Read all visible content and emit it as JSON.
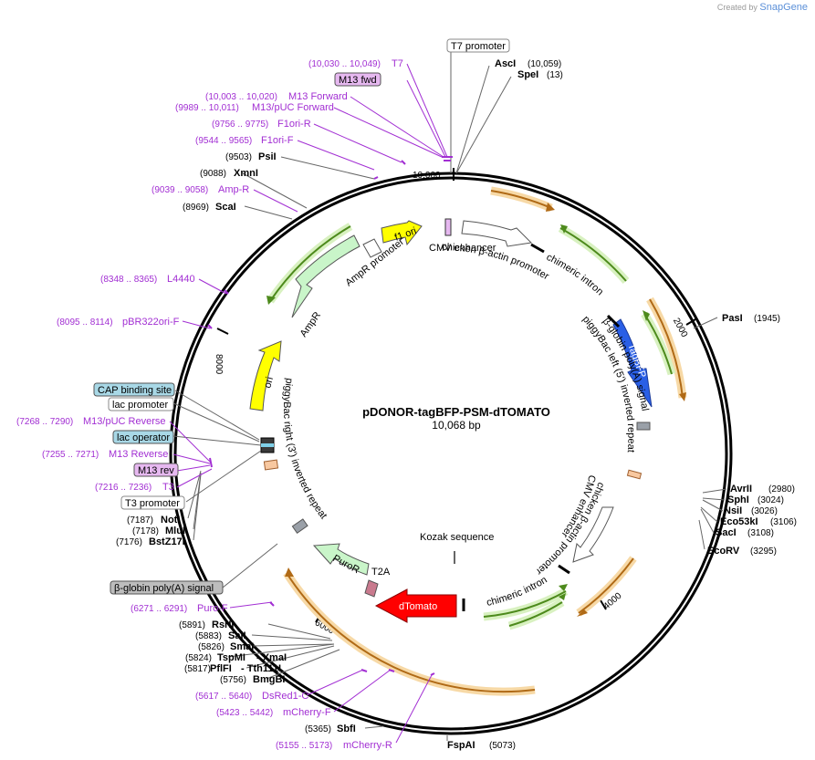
{
  "brand": {
    "prefix": "Created by",
    "name": "SnapGene"
  },
  "plasmid": {
    "name": "pDONOR-tagBFP-PSM-dTOMATO",
    "size": "10,068 bp"
  },
  "ticks": [
    "10,000",
    "2000",
    "4000",
    "6000",
    "8000"
  ],
  "sites": [
    {
      "name": "AscI",
      "pos": "(10,059)"
    },
    {
      "name": "SpeI",
      "pos": "(13)"
    },
    {
      "name": "PasI",
      "pos": "(1945)"
    },
    {
      "name": "AvrII",
      "pos": "(2980)"
    },
    {
      "name": "SphI",
      "pos": "(3024)"
    },
    {
      "name": "NsiI",
      "pos": "(3026)"
    },
    {
      "name": "Eco53kI",
      "pos": "(3106)"
    },
    {
      "name": "SacI",
      "pos": "(3108)"
    },
    {
      "name": "EcoRV",
      "pos": "(3295)"
    },
    {
      "name": "FspAI",
      "pos": "(5073)"
    },
    {
      "name": "SbfI",
      "pos": "(5365)"
    },
    {
      "name": "BmgBI",
      "pos": "(5756)"
    },
    {
      "name": "PflFI",
      "pos": "(5817)",
      "extra": "- Tth111I"
    },
    {
      "name": "TspMI",
      "pos": "(5824)",
      "extra": "- XmaI"
    },
    {
      "name": "SmaI",
      "pos": "(5826)"
    },
    {
      "name": "SalI",
      "pos": "(5883)"
    },
    {
      "name": "RsrII",
      "pos": "(5891)"
    },
    {
      "name": "BstZ17I",
      "pos": "(7176)"
    },
    {
      "name": "MluI",
      "pos": "(7178)"
    },
    {
      "name": "NotI",
      "pos": "(7187)"
    },
    {
      "name": "ScaI",
      "pos": "(8969)"
    },
    {
      "name": "XmnI",
      "pos": "(9088)"
    },
    {
      "name": "PsiI",
      "pos": "(9503)"
    }
  ],
  "primers": [
    {
      "name": "T7",
      "pos": "(10,030 .. 10,049)"
    },
    {
      "name": "M13 Forward",
      "pos": "(10,003 .. 10,020)"
    },
    {
      "name": "M13/pUC Forward",
      "pos": "(9989 .. 10,011)"
    },
    {
      "name": "F1ori-R",
      "pos": "(9756 .. 9775)"
    },
    {
      "name": "F1ori-F",
      "pos": "(9544 .. 9565)"
    },
    {
      "name": "Amp-R",
      "pos": "(9039 .. 9058)"
    },
    {
      "name": "L4440",
      "pos": "(8348 .. 8365)"
    },
    {
      "name": "pBR322ori-F",
      "pos": "(8095 .. 8114)"
    },
    {
      "name": "M13/pUC Reverse",
      "pos": "(7268 .. 7290)"
    },
    {
      "name": "M13 Reverse",
      "pos": "(7255 .. 7271)"
    },
    {
      "name": "T3",
      "pos": "(7216 .. 7236)"
    },
    {
      "name": "Puro-F",
      "pos": "(6271 .. 6291)"
    },
    {
      "name": "DsRed1-C",
      "pos": "(5617 .. 5640)"
    },
    {
      "name": "mCherry-F",
      "pos": "(5423 .. 5442)"
    },
    {
      "name": "mCherry-R",
      "pos": "(5155 .. 5173)"
    }
  ],
  "boxed": [
    {
      "name": "T7 promoter"
    },
    {
      "name": "M13 fwd"
    },
    {
      "name": "CAP binding site"
    },
    {
      "name": "lac promoter"
    },
    {
      "name": "lac operator"
    },
    {
      "name": "M13 rev"
    },
    {
      "name": "T3 promoter"
    },
    {
      "name": "β-globin poly(A) signal"
    }
  ],
  "features": [
    {
      "name": "f1 ori"
    },
    {
      "name": "AmpR promoter"
    },
    {
      "name": "AmpR"
    },
    {
      "name": "ori"
    },
    {
      "name": "CMV enhancer"
    },
    {
      "name": "chicken β-actin promoter"
    },
    {
      "name": "chimeric intron"
    },
    {
      "name": "TagBFP"
    },
    {
      "name": "β-globin poly(A) signal"
    },
    {
      "name": "piggyBac left (5') inverted repeat"
    },
    {
      "name": "CMV enhancer"
    },
    {
      "name": "chicken β-actin promoter"
    },
    {
      "name": "chimeric intron"
    },
    {
      "name": "Kozak sequence"
    },
    {
      "name": "dTomato"
    },
    {
      "name": "T2A"
    },
    {
      "name": "PuroR"
    },
    {
      "name": "piggyBac right (3') inverted repeat"
    }
  ],
  "colors": {
    "primer": "#a22fd3",
    "orf_green": "#7cc43a",
    "orf_orange": "#e39a2f",
    "ampr": "#c9f5c9",
    "ori": "#ffff00",
    "tagbfp": "#2a5fe6",
    "dtomato": "#ff0000",
    "cap_box": "#a8d8e6",
    "m13_box": "#e6b8f0",
    "polya_box": "#bdbdbd"
  }
}
